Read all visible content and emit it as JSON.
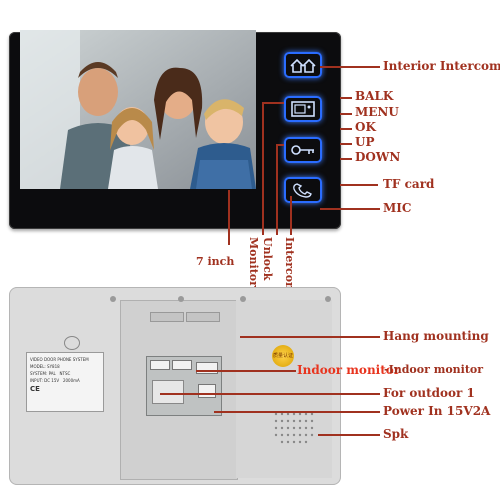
{
  "front": {
    "buttons": [
      "house-icon",
      "monitor-icon",
      "key-icon",
      "phone-icon"
    ],
    "button_color": "#2a6cff"
  },
  "callouts": {
    "interior_intercom": "Interior Intercom",
    "balk": "BALK",
    "menu": "MENU",
    "ok": "OK",
    "up": "UP",
    "down": "DOWN",
    "tf_card": "TF card",
    "mic": "MIC",
    "seven_inch": "7 inch",
    "monitor": "Monitor",
    "unlock": "Unlock",
    "intercom": "Intercom"
  },
  "back": {
    "sticker": {
      "line1": "VIDEO DOOR PHONE SYSTEM",
      "line2": "MODEL: SY818",
      "line3": "SYSTEM: PAL",
      "line4": "NTSC",
      "line5": "INPUT: DC 15V",
      "line6": "2000mA",
      "line7": "CE"
    },
    "seal": "质量认证"
  },
  "back_callouts": {
    "hang_mounting": "Hang mounting",
    "indoor_monitor_red": "Indoor monitor",
    "indoor_monitor": "-Indoor monitor",
    "for_outdoor": "For outdoor 1",
    "power_in": "Power In 15V2A",
    "spk": "Spk"
  },
  "colors": {
    "label": "#a0311f",
    "bezel": "#0c0c0e",
    "back_shell": "#dcdcdc"
  }
}
